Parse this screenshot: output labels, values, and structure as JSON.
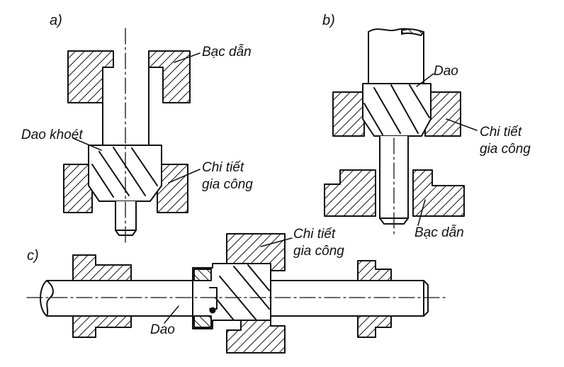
{
  "figures": {
    "a": {
      "tag": "a)",
      "guide_bushing": "Bạc dẫn",
      "tool": "Dao khoét",
      "workpiece_line1": "Chi tiết",
      "workpiece_line2": "gia công"
    },
    "b": {
      "tag": "b)",
      "tool": "Dao",
      "workpiece_line1": "Chi tiết",
      "workpiece_line2": "gia công",
      "guide_bushing": "Bạc dẫn"
    },
    "c": {
      "tag": "c)",
      "workpiece_line1": "Chi tiết",
      "workpiece_line2": "gia công",
      "tool": "Dao"
    }
  },
  "colors": {
    "ink": "#111111",
    "paper": "#ffffff"
  }
}
